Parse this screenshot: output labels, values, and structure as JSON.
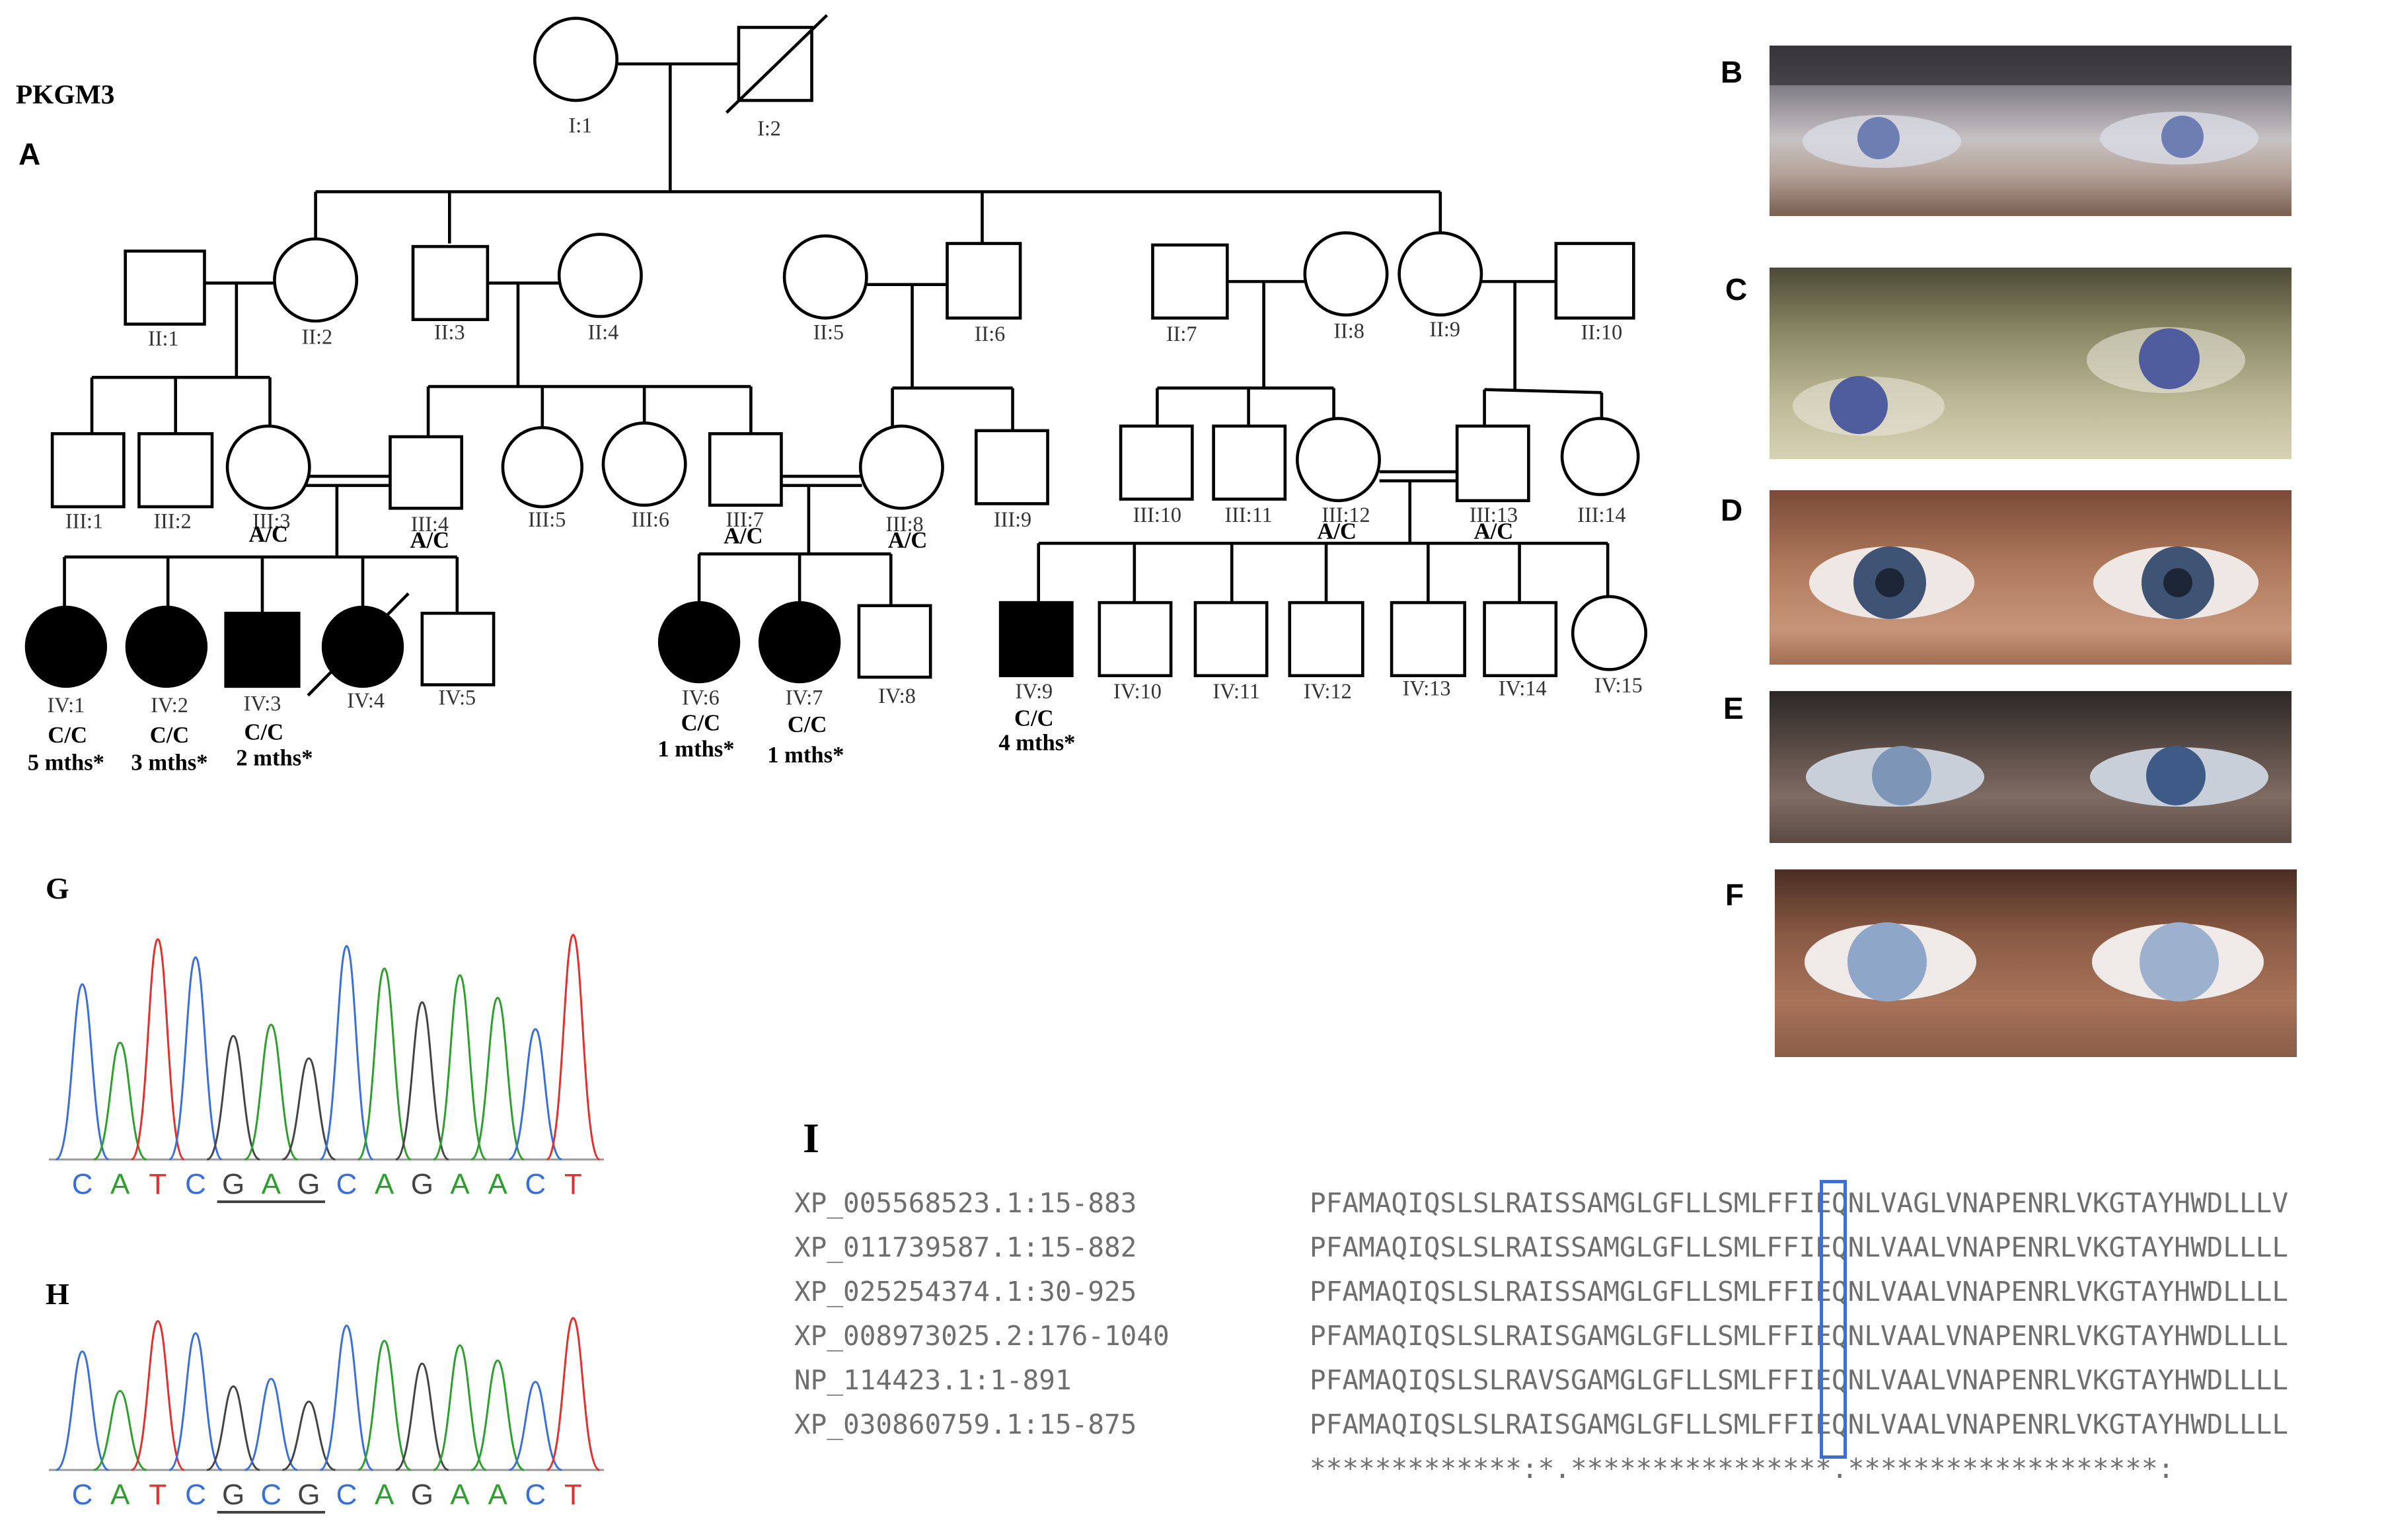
{
  "figure": {
    "family_id": "PKGM3",
    "panel_labels": {
      "A": "A",
      "B": "B",
      "C": "C",
      "D": "D",
      "E": "E",
      "F": "F",
      "G": "G",
      "H": "H",
      "I": "I"
    }
  },
  "pedigree": {
    "individuals": [
      {
        "id": "I:1",
        "sex": "female",
        "affected": false,
        "deceased": false
      },
      {
        "id": "I:2",
        "sex": "male",
        "affected": false,
        "deceased": true
      },
      {
        "id": "II:1",
        "sex": "male",
        "affected": false
      },
      {
        "id": "II:2",
        "sex": "female",
        "affected": false
      },
      {
        "id": "II:3",
        "sex": "male",
        "affected": false
      },
      {
        "id": "II:4",
        "sex": "female",
        "affected": false
      },
      {
        "id": "II:5",
        "sex": "female",
        "affected": false
      },
      {
        "id": "II:6",
        "sex": "male",
        "affected": false
      },
      {
        "id": "II:7",
        "sex": "male",
        "affected": false
      },
      {
        "id": "II:8",
        "sex": "female",
        "affected": false
      },
      {
        "id": "II:9",
        "sex": "female",
        "affected": false
      },
      {
        "id": "II:10",
        "sex": "male",
        "affected": false
      },
      {
        "id": "III:1",
        "sex": "male",
        "affected": false
      },
      {
        "id": "III:2",
        "sex": "male",
        "affected": false
      },
      {
        "id": "III:3",
        "sex": "female",
        "affected": false,
        "genotype": "A/C"
      },
      {
        "id": "III:4",
        "sex": "male",
        "affected": false,
        "genotype": "A/C"
      },
      {
        "id": "III:5",
        "sex": "female",
        "affected": false
      },
      {
        "id": "III:6",
        "sex": "female",
        "affected": false
      },
      {
        "id": "III:7",
        "sex": "male",
        "affected": false,
        "genotype": "A/C"
      },
      {
        "id": "III:8",
        "sex": "female",
        "affected": false,
        "genotype": "A/C"
      },
      {
        "id": "III:9",
        "sex": "male",
        "affected": false
      },
      {
        "id": "III:10",
        "sex": "male",
        "affected": false
      },
      {
        "id": "III:11",
        "sex": "male",
        "affected": false
      },
      {
        "id": "III:12",
        "sex": "female",
        "affected": false,
        "genotype": "A/C"
      },
      {
        "id": "III:13",
        "sex": "male",
        "affected": false,
        "genotype": "A/C"
      },
      {
        "id": "III:14",
        "sex": "female",
        "affected": false
      },
      {
        "id": "IV:1",
        "sex": "female",
        "affected": true,
        "genotype": "C/C",
        "onset": "5 mths*"
      },
      {
        "id": "IV:2",
        "sex": "female",
        "affected": true,
        "genotype": "C/C",
        "onset": "3 mths*"
      },
      {
        "id": "IV:3",
        "sex": "male",
        "affected": true,
        "genotype": "C/C",
        "onset": "2 mths*"
      },
      {
        "id": "IV:4",
        "sex": "female",
        "affected": true,
        "deceased": true
      },
      {
        "id": "IV:5",
        "sex": "male",
        "affected": false
      },
      {
        "id": "IV:6",
        "sex": "female",
        "affected": true,
        "genotype": "C/C",
        "onset": "1 mths*"
      },
      {
        "id": "IV:7",
        "sex": "female",
        "affected": true,
        "genotype": "C/C",
        "onset": "1 mths*"
      },
      {
        "id": "IV:8",
        "sex": "male",
        "affected": false
      },
      {
        "id": "IV:9",
        "sex": "male",
        "affected": true,
        "genotype": "C/C",
        "onset": "4 mths*"
      },
      {
        "id": "IV:10",
        "sex": "male",
        "affected": false
      },
      {
        "id": "IV:11",
        "sex": "male",
        "affected": false
      },
      {
        "id": "IV:12",
        "sex": "male",
        "affected": false
      },
      {
        "id": "IV:13",
        "sex": "male",
        "affected": false
      },
      {
        "id": "IV:14",
        "sex": "male",
        "affected": false
      },
      {
        "id": "IV:15",
        "sex": "female",
        "affected": false
      }
    ]
  },
  "chromatograms": {
    "G": {
      "bases": [
        "C",
        "A",
        "T",
        "C",
        "G",
        "A",
        "G",
        "C",
        "A",
        "G",
        "A",
        "A",
        "C",
        "T"
      ]
    },
    "H": {
      "bases": [
        "C",
        "A",
        "T",
        "C",
        "G",
        "C",
        "G",
        "C",
        "A",
        "G",
        "A",
        "A",
        "C",
        "T"
      ]
    }
  },
  "base_colors": {
    "A": "#2e9e2e",
    "C": "#3a6fd8",
    "G": "#444444",
    "T": "#e03030"
  },
  "alignment": {
    "rows": [
      {
        "id": "XP_005568523.1:15-883",
        "seq": "PFAMAQIQSLSLRAISSAMGLGFLLSMLFFIEQNLVAGLVNAPENRLVKGTAYHWDLLLV"
      },
      {
        "id": "XP_011739587.1:15-882",
        "seq": "PFAMAQIQSLSLRAISSAMGLGFLLSMLFFIEQNLVAALVNAPENRLVKGTAYHWDLLLL"
      },
      {
        "id": "XP_025254374.1:30-925",
        "seq": "PFAMAQIQSLSLRAISSAMGLGFLLSMLFFIEQNLVAALVNAPENRLVKGTAYHWDLLLL"
      },
      {
        "id": "XP_008973025.2:176-1040",
        "seq": "PFAMAQIQSLSLRAISGAMGLGFLLSMLFFIEQNLVAALVNAPENRLVKGTAYHWDLLLL"
      },
      {
        "id": "NP_114423.1:1-891",
        "seq": "PFAMAQIQSLSLRAVSGAMGLGFLLSMLFFIEQNLVAALVNAPENRLVKGTAYHWDLLLL"
      },
      {
        "id": "XP_030860759.1:15-875",
        "seq": "PFAMAQIQSLSLRAISGAMGLGFLLSMLFFIEQNLVAALVNAPENRLVKGTAYHWDLLLL"
      }
    ],
    "consensus": "*************:*.****************.*******************:",
    "highlighted_residue": "E",
    "highlight_color": "#3b6fd0"
  },
  "colors": {
    "affected": "#000000",
    "unaffected": "#ffffff",
    "photo_iris": "#5d6fa8",
    "text": "#000000"
  }
}
